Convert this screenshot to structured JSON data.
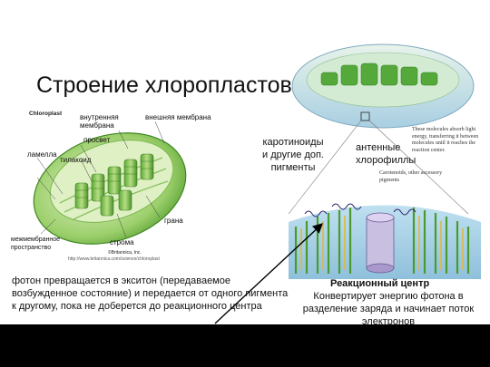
{
  "slide": {
    "title": "Строение хлоропластов",
    "left_figure": {
      "label_chloroplast": "Chloroplast",
      "label_inner_membrane": "внутренняя мембрана",
      "label_outer_membrane": "внешняя мембрана",
      "label_lumen": "просвет",
      "label_lamella": "ламелла",
      "label_thylakoid": "тилакоид",
      "label_intermembrane": "межмембранное пространство",
      "label_grana": "грана",
      "label_stroma": "строма",
      "label_copyright": "©Britannica, Inc.",
      "source_url": "http://www.britannica.com/science/chloroplast"
    },
    "right_figure": {
      "label_carotenoids": "каротиноиды и другие доп. пигменты",
      "label_antenna": "антенные хлорофиллы",
      "fig_text_molecules": "These molecules absorb light energy, transferring it between molecules until it reaches the reaction center.",
      "fig_text_carotenoids": "Carotenoids, other accessory pigments",
      "reaction_center_title": "Реакционный центр",
      "reaction_center_body": "Конвертирует энергию фотона в разделение заряда и начинает поток электронов"
    },
    "exciton_caption": "фотон превращается в экситон (передаваемое возбужденное состояние) и передается от одного пигмента к другому, пока не доберется до реакционного центра",
    "colors": {
      "chloroplast_light": "#c9e6a0",
      "chloroplast_dark": "#4e9a2a",
      "membrane_blue": "#8ab6d6",
      "bottom_bar": "#000000"
    }
  }
}
